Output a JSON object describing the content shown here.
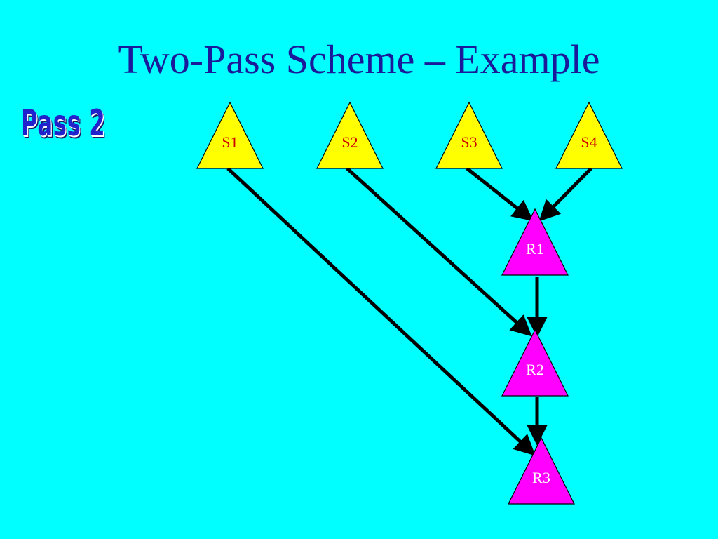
{
  "slide": {
    "title": "Two-Pass Scheme – Example",
    "pass_label": "Pass 2"
  },
  "colors": {
    "background": "#00ffff",
    "title": "#1a1a9a",
    "source_fill": "#ffff00",
    "source_text": "#cc0000",
    "result_fill": "#ff00ff",
    "result_text": "#ffffff",
    "arrow": "#000000"
  },
  "diagram": {
    "sources": [
      {
        "id": "S1",
        "label": "S1"
      },
      {
        "id": "S2",
        "label": "S2"
      },
      {
        "id": "S3",
        "label": "S3"
      },
      {
        "id": "S4",
        "label": "S4"
      }
    ],
    "results": [
      {
        "id": "R1",
        "label": "R1"
      },
      {
        "id": "R2",
        "label": "R2"
      },
      {
        "id": "R3",
        "label": "R3"
      }
    ],
    "edges": [
      {
        "from": "S3",
        "to": "R1"
      },
      {
        "from": "S4",
        "to": "R1"
      },
      {
        "from": "R1",
        "to": "R2"
      },
      {
        "from": "S2",
        "to": "R2"
      },
      {
        "from": "R2",
        "to": "R3"
      },
      {
        "from": "S1",
        "to": "R3"
      }
    ]
  }
}
